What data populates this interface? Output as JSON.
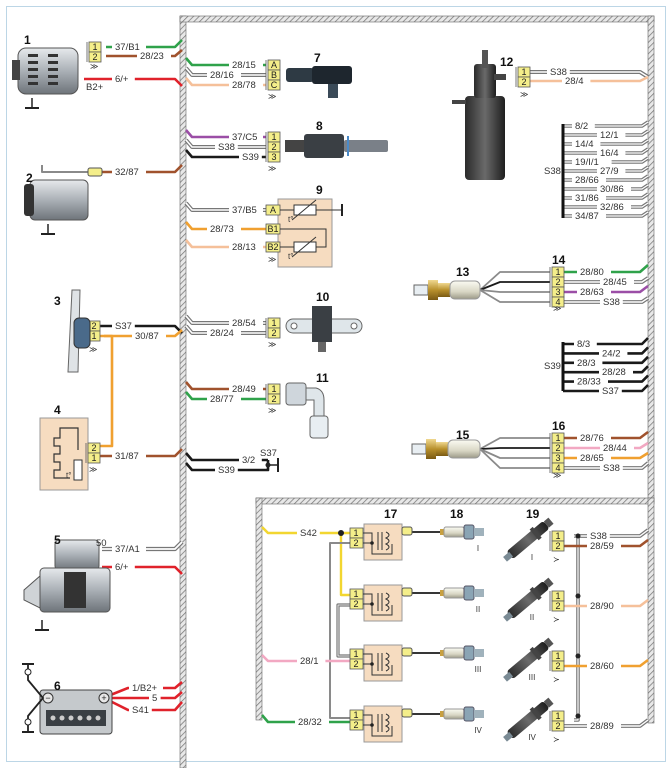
{
  "title": "Engine management system wiring diagram",
  "colors": {
    "green": "#2fa24a",
    "brown": "#a0522d",
    "red": "#e0222b",
    "gray": "#8a8a8a",
    "peach": "#f5c09a",
    "purple": "#9b4ea6",
    "black": "#1a1a1a",
    "orange": "#f0a030",
    "yellow": "#f2d630",
    "pink": "#f2a8c2",
    "connector": "#f4ee8a",
    "component_box": "#f6dcc0"
  },
  "components": [
    {
      "id": "1",
      "name": "alternator",
      "label": "1"
    },
    {
      "id": "2",
      "name": "ac-compressor",
      "label": "2"
    },
    {
      "id": "3",
      "name": "cooling-fan",
      "label": "3"
    },
    {
      "id": "4",
      "name": "fan-relay-resistor",
      "label": "4"
    },
    {
      "id": "5",
      "name": "starter",
      "label": "5"
    },
    {
      "id": "6",
      "name": "battery",
      "label": "6"
    },
    {
      "id": "7",
      "name": "pressure-sensor",
      "label": "7"
    },
    {
      "id": "8",
      "name": "speed-sensor",
      "label": "8"
    },
    {
      "id": "9",
      "name": "temperature-sensor-dual",
      "label": "9"
    },
    {
      "id": "10",
      "name": "crankshaft-position-sensor",
      "label": "10"
    },
    {
      "id": "11",
      "name": "air-temperature-sensor",
      "label": "11"
    },
    {
      "id": "12",
      "name": "canister-purge-valve",
      "label": "12"
    },
    {
      "id": "13",
      "name": "oxygen-sensor-upstream",
      "label": "13"
    },
    {
      "id": "14",
      "name": "oxygen-sensor-connector-upstream",
      "label": "14"
    },
    {
      "id": "15",
      "name": "oxygen-sensor-downstream",
      "label": "15"
    },
    {
      "id": "16",
      "name": "oxygen-sensor-connector-downstream",
      "label": "16"
    },
    {
      "id": "17",
      "name": "ignition-coils",
      "label": "17"
    },
    {
      "id": "18",
      "name": "spark-plugs",
      "label": "18"
    },
    {
      "id": "19",
      "name": "fuel-injectors",
      "label": "19"
    }
  ],
  "c1": {
    "pins": [
      "1",
      "2"
    ],
    "wires": [
      "37/B1",
      "28/23",
      "6/+"
    ],
    "terminal": "B2+"
  },
  "c2": {
    "wire": "32/87"
  },
  "c3": {
    "pins": [
      "2",
      "1"
    ],
    "wires": [
      "S37",
      "30/87"
    ]
  },
  "c4": {
    "pins": [
      "2",
      "1"
    ],
    "wire": "31/87",
    "temp": "t°"
  },
  "c5": {
    "terminal": "50",
    "wires": [
      "37/A1",
      "6/+"
    ]
  },
  "c6": {
    "wires": [
      "1/B2+",
      "5",
      "S41"
    ],
    "neg": "−",
    "pos": "+"
  },
  "c7": {
    "pins": [
      "A",
      "B",
      "C"
    ],
    "wires": [
      "28/15",
      "28/16",
      "28/78"
    ]
  },
  "c8": {
    "pins": [
      "1",
      "2",
      "3"
    ],
    "wires": [
      "37/C5",
      "S38",
      "S39"
    ]
  },
  "c9": {
    "pins": [
      "A",
      "B1",
      "B2"
    ],
    "wires": [
      "37/B5",
      "28/73",
      "28/13"
    ],
    "temp": "t°"
  },
  "c10": {
    "pins": [
      "1",
      "2"
    ],
    "wires": [
      "28/54",
      "28/24"
    ]
  },
  "c11": {
    "pins": [
      "1",
      "2"
    ],
    "wires": [
      "28/49",
      "28/77"
    ]
  },
  "ground_splice": {
    "wires": [
      "3/2",
      "S39"
    ],
    "label": "S37"
  },
  "c12": {
    "pins": [
      "1",
      "2"
    ],
    "wires": [
      "S38",
      "28/4"
    ]
  },
  "s38_bus": {
    "label": "S38",
    "wires": [
      "8/2",
      "12/1",
      "14/4",
      "16/4",
      "19/I/1",
      "27/9",
      "28/66",
      "30/86",
      "31/86",
      "32/86",
      "34/87"
    ]
  },
  "c14": {
    "pins": [
      "1",
      "2",
      "3",
      "4"
    ],
    "wires": [
      "28/80",
      "28/45",
      "28/63",
      "S38"
    ]
  },
  "s39_bus": {
    "label": "S39",
    "wires": [
      "8/3",
      "24/2",
      "28/3",
      "28/28",
      "28/33",
      "S37"
    ]
  },
  "c16": {
    "pins": [
      "1",
      "2",
      "3",
      "4"
    ],
    "wires": [
      "28/76",
      "28/44",
      "28/65",
      "S38"
    ]
  },
  "c17": {
    "pins": [
      "1",
      "2"
    ],
    "wires": [
      "S42",
      "28/1",
      "28/32"
    ]
  },
  "c18": {
    "cylinders": [
      "I",
      "II",
      "III",
      "IV"
    ]
  },
  "c19": {
    "pins": [
      "1",
      "2"
    ],
    "wires": [
      "S38",
      "28/59",
      "28/90",
      "28/60",
      "28/89"
    ],
    "cylinders": [
      "I",
      "II",
      "III",
      "IV"
    ]
  }
}
